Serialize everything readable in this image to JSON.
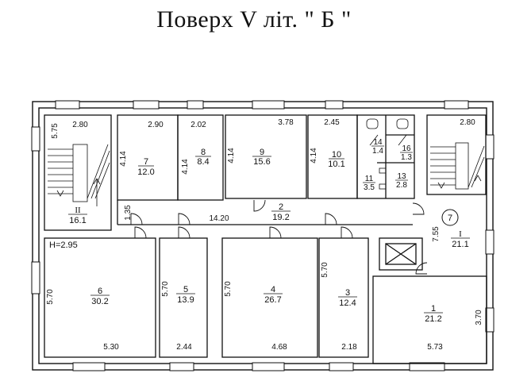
{
  "title": "Поверх V літ. \" Б \"",
  "floor_height": "H=2.95",
  "rooms": [
    {
      "no": "1",
      "area": "21.2",
      "w": "5.73",
      "h": "3.70"
    },
    {
      "no": "2",
      "area": "19.2",
      "w": "14.20",
      "h": "1.35"
    },
    {
      "no": "3",
      "area": "12.4",
      "w": "2.18",
      "h": "5.70"
    },
    {
      "no": "4",
      "area": "26.7",
      "w": "4.68",
      "h": "5.70"
    },
    {
      "no": "5",
      "area": "13.9",
      "w": "2.44",
      "h": "5.70"
    },
    {
      "no": "6",
      "area": "30.2",
      "w": "5.30",
      "h": "5.70"
    },
    {
      "no": "7",
      "area": "12.0",
      "w": "2.90",
      "h": "4.14"
    },
    {
      "no": "8",
      "area": "8.4",
      "w": "2.02",
      "h": "4.14"
    },
    {
      "no": "9",
      "area": "15.6",
      "w": "3.78",
      "h": "4.14"
    },
    {
      "no": "10",
      "area": "10.1",
      "w": "2.45",
      "h": "4.14"
    },
    {
      "no": "11",
      "area": "3.5"
    },
    {
      "no": "13",
      "area": "2.8"
    },
    {
      "no": "14",
      "area": "1.4"
    },
    {
      "no": "16",
      "area": "1.3"
    },
    {
      "no": "II",
      "area": "16.1",
      "w": "2.80",
      "h": "5.75"
    },
    {
      "no": "I",
      "area": "21.1",
      "w": "2.80",
      "h": "7.55"
    }
  ],
  "circle_label": "7"
}
